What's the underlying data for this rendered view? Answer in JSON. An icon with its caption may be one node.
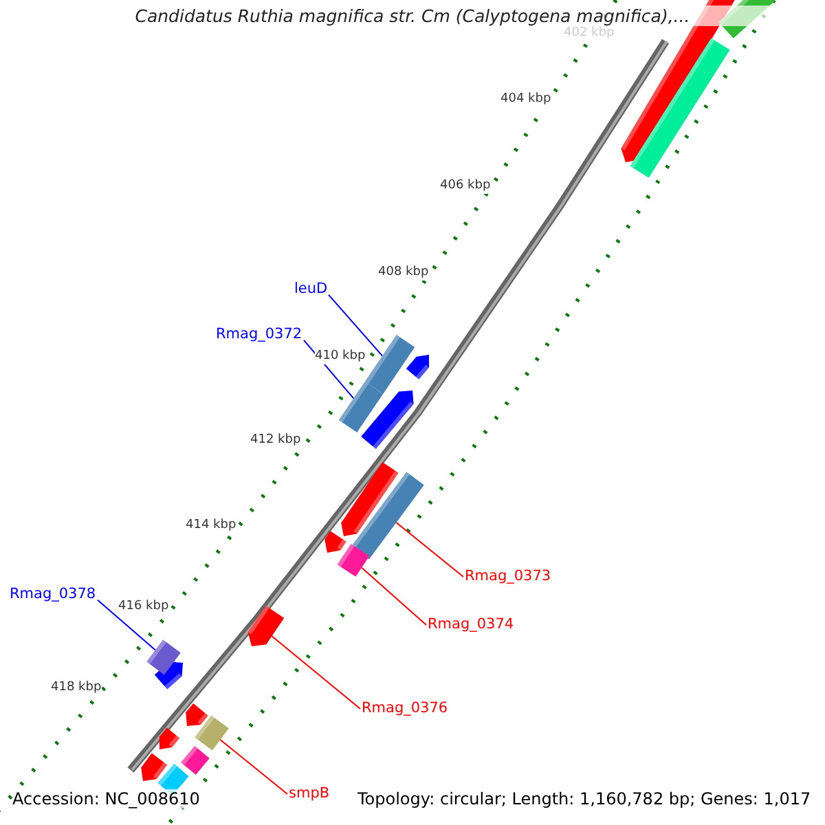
{
  "diagram": {
    "title": "Candidatus Ruthia magnifica str. Cm (Calyptogena magnifica),...",
    "nodes": [
      {
        "text": [
          "leuD"
        ]
      },
      {
        "text": [
          "Rmag_0372"
        ]
      },
      {
        "text": [
          "Rmag_0373"
        ]
      },
      {
        "text": [
          "Rmag_0374"
        ]
      },
      {
        "text": [
          "Rmag_0376"
        ]
      },
      {
        "text": [
          "Rmag_0378"
        ]
      },
      {
        "text": [
          "smpB"
        ]
      },
      {
        "text": [],
        "shape": "bar"
      },
      {
        "text": [],
        "shape": "bar"
      },
      {
        "text": [],
        "shape": "bar"
      },
      {
        "text": [],
        "shape": "bar"
      },
      {
        "text": [],
        "shape": "bar"
      },
      {
        "text": [],
        "shape": "bar"
      },
      {
        "text": [],
        "shape": "bar"
      }
    ],
    "edges": [
      {
        "from": 0,
        "to": 7,
        "arrow": "none",
        "color": "#0000ff"
      },
      {
        "from": 1,
        "to": 8,
        "arrow": "none",
        "color": "#0000ff"
      },
      {
        "from": 2,
        "to": 9,
        "arrow": "none"
      },
      {
        "from": 3,
        "to": 10,
        "arrow": "none"
      },
      {
        "from": 4,
        "to": 13,
        "arrow": "none"
      },
      {
        "from": 5,
        "to": 11,
        "arrow": "none",
        "color": "#0000ff"
      },
      {
        "from": 6,
        "to": 12,
        "arrow": "none"
      }
    ],
    "labels": [
      "402 kbp",
      "404 kbp",
      "406 kbp",
      "408 kbp",
      "410 kbp",
      "412 kbp",
      "414 kbp",
      "416 kbp",
      "418 kbp",
      "Accession: NC_008610",
      "Topology: circular; Length: 1,160,782 bp; Genes: 1,017"
    ]
  }
}
